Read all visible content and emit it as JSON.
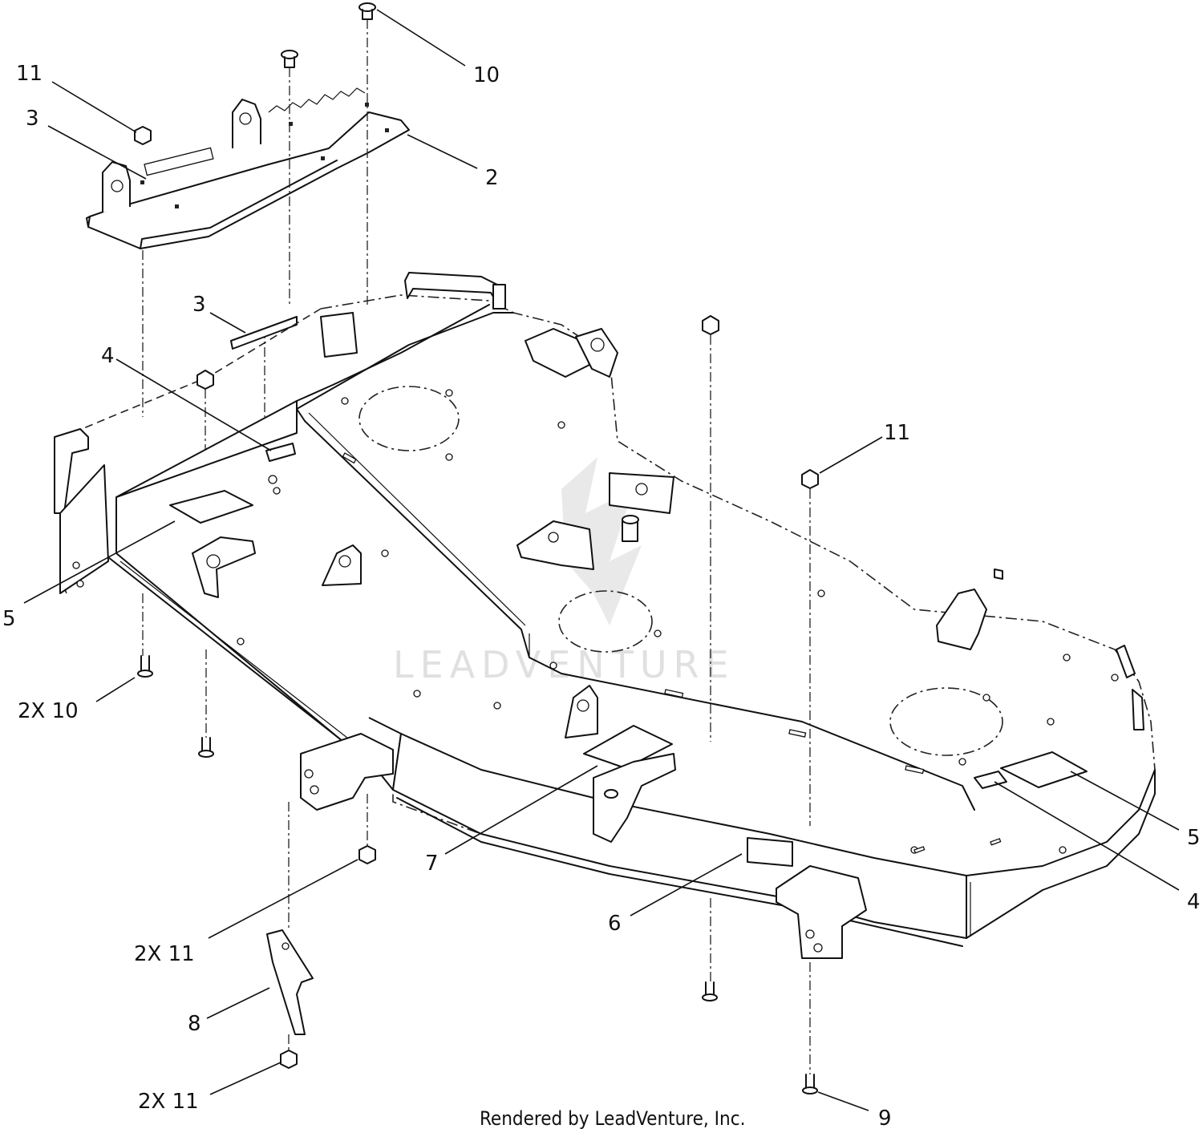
{
  "callouts": [
    {
      "id": "c11-top",
      "text": "11"
    },
    {
      "id": "c3-top",
      "text": "3"
    },
    {
      "id": "c10-top",
      "text": "10"
    },
    {
      "id": "c2",
      "text": "2"
    },
    {
      "id": "c3-mid",
      "text": "3"
    },
    {
      "id": "c4-left",
      "text": "4"
    },
    {
      "id": "c11-right",
      "text": "11"
    },
    {
      "id": "c5-left",
      "text": "5"
    },
    {
      "id": "c2x10",
      "text": "2X  10"
    },
    {
      "id": "c5-right",
      "text": "5"
    },
    {
      "id": "c4-right",
      "text": "4"
    },
    {
      "id": "c7",
      "text": "7"
    },
    {
      "id": "c6",
      "text": "6"
    },
    {
      "id": "c2x11-a",
      "text": "2X  11"
    },
    {
      "id": "c8",
      "text": "8"
    },
    {
      "id": "c2x11-b",
      "text": "2X  11"
    },
    {
      "id": "c9",
      "text": "9"
    }
  ],
  "credit": "Rendered by LeadVenture, Inc.",
  "watermark": "LEADVENTURE",
  "icons": [
    "leadventure-logo-watermark"
  ],
  "colors": {
    "line": "#111111",
    "background": "#ffffff",
    "watermark": "#c8c8c8"
  }
}
